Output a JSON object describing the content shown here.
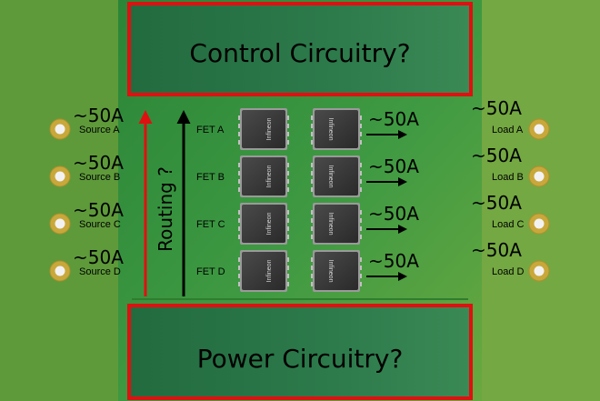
{
  "blocks": {
    "control": "Control Circuitry?",
    "power": "Power Circuitry?"
  },
  "routing_label": "Routing ?",
  "current_label": "~50A",
  "brand": "Infineon",
  "sources": [
    {
      "label": "Source A",
      "current": "~50A"
    },
    {
      "label": "Source B",
      "current": "~50A"
    },
    {
      "label": "Source C",
      "current": "~50A"
    },
    {
      "label": "Source D",
      "current": "~50A"
    }
  ],
  "fets": [
    {
      "label": "FET A",
      "current": "~50A"
    },
    {
      "label": "FET B",
      "current": "~50A"
    },
    {
      "label": "FET C",
      "current": "~50A"
    },
    {
      "label": "FET D",
      "current": "~50A"
    }
  ],
  "loads": [
    {
      "label": "Load A",
      "current": "~50A"
    },
    {
      "label": "Load B",
      "current": "~50A"
    },
    {
      "label": "Load C",
      "current": "~50A"
    },
    {
      "label": "Load D",
      "current": "~50A"
    }
  ],
  "colors": {
    "board_outer": "#6a9a3c",
    "board_inner": "#2f8a3a",
    "block_fill": "#2c6f47",
    "block_border": "#e01010",
    "pad_gold": "#c8a83a",
    "red_arrow": "#e01010",
    "black_arrow": "#000000"
  }
}
